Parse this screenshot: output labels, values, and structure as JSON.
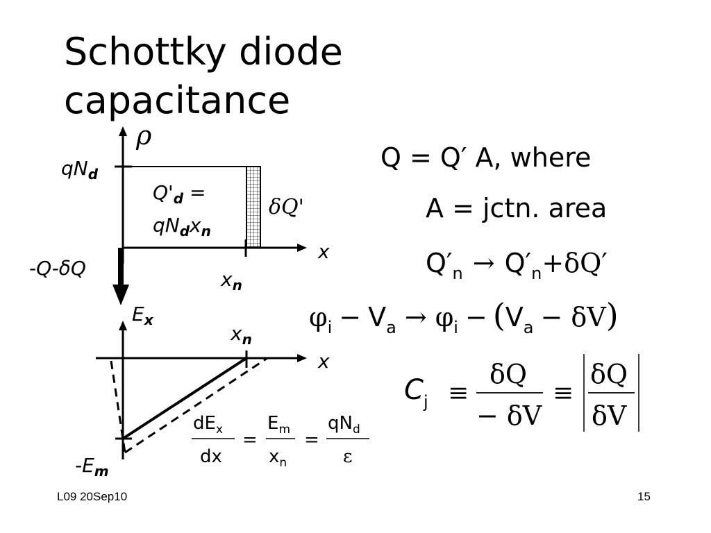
{
  "slide": {
    "title_line1": "Schottky diode",
    "title_line2": "capacitance",
    "footer_left": "L09 20Sep10",
    "footer_right": "15"
  },
  "charge_plot": {
    "y_axis": "ρ",
    "x_axis": "x",
    "level_label": "qN",
    "level_sub": "d",
    "box_label_line1": "Q'",
    "box_label_line1_sub": "d",
    "box_label_line1_tail": " =",
    "box_label_line2": "qN",
    "box_label_line2_sub": "d",
    "box_label_line2_x": "x",
    "box_label_line2_xsub": "n",
    "delta_label": "δQ'",
    "neg_charge_label": "-Q-δQ",
    "xn_label": "x",
    "xn_sub": "n"
  },
  "field_plot": {
    "y_axis": "E",
    "y_axis_sub": "x",
    "x_axis": "x",
    "xn_label": "x",
    "xn_sub": "n",
    "em_label": "-E",
    "em_sub": "m",
    "deriv": {
      "num1": "dE",
      "num1_sub": "x",
      "den1": "dx",
      "eq": "=",
      "num2": "E",
      "num2_sub": "m",
      "den2": "x",
      "den2_sub": "n",
      "num3": "qN",
      "num3_sub": "d",
      "den3": "ε"
    }
  },
  "equations": {
    "eq1": "Q = Q′ A, where",
    "eq2": "A = jctn. area",
    "eq3_lhs": "Q′",
    "eq3_lhs_sub": "n",
    "eq3_arrow": "→",
    "eq3_rhs": "Q′",
    "eq3_rhs_sub": "n",
    "eq3_tail": "+δQ′",
    "eq4_phi": "φ",
    "eq4_phi_sub": "i",
    "eq4_minus": "−",
    "eq4_V": "V",
    "eq4_V_sub": "a",
    "eq4_arrow": "→",
    "eq4_tail_open": "(",
    "eq4_tail_delta": "− δV",
    "eq4_tail_close": ")",
    "cj": "C",
    "cj_sub": "j",
    "equiv": "≡",
    "frac1_num": "δQ",
    "frac1_den": "− δV",
    "frac2_num": "δQ",
    "frac2_den": "δV"
  }
}
